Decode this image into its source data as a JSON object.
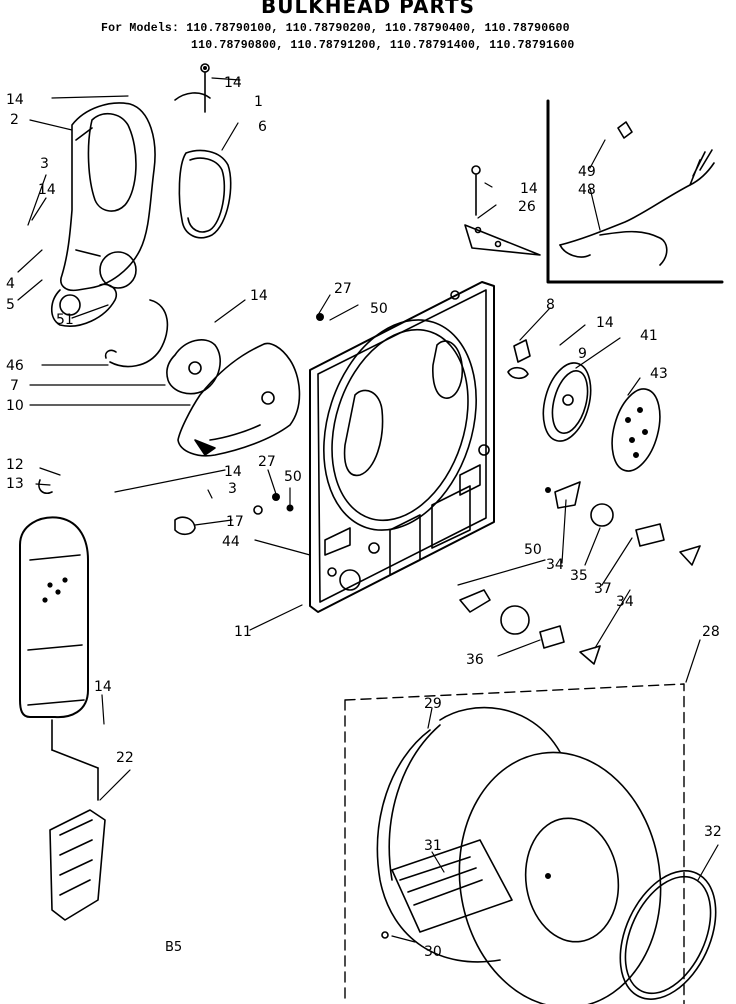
{
  "title": "BULKHEAD PARTS",
  "models_line_1": "For Models: 110.78790100, 110.78790200, 110.78790400, 110.78790600",
  "models_line_2": "110.78790800, 110.78791200, 110.78791400, 110.78791600",
  "page_code": "B5",
  "callouts": [
    "14",
    "14",
    "1",
    "2",
    "6",
    "3",
    "14",
    "4",
    "5",
    "51",
    "46",
    "7",
    "10",
    "14",
    "27",
    "50",
    "14",
    "26",
    "49",
    "48",
    "8",
    "14",
    "41",
    "9",
    "43",
    "12",
    "13",
    "14",
    "3",
    "27",
    "50",
    "17",
    "44",
    "11",
    "50",
    "34",
    "35",
    "37",
    "34",
    "36",
    "28",
    "14",
    "22",
    "29",
    "31",
    "32",
    "30"
  ]
}
